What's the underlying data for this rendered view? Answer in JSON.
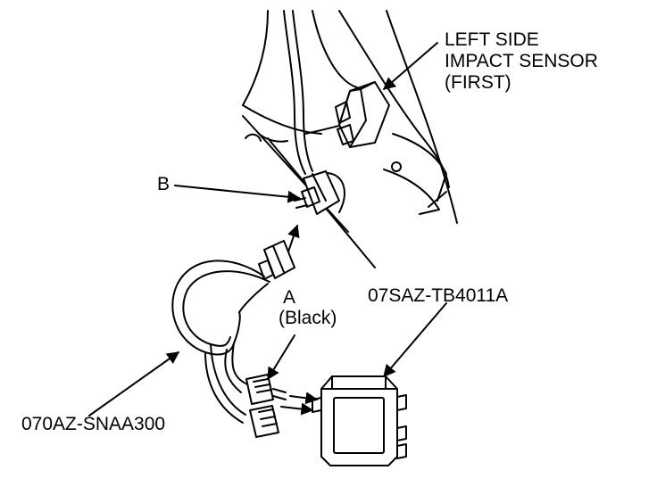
{
  "labels": {
    "sensor_line1": "LEFT SIDE",
    "sensor_line2": "IMPACT SENSOR",
    "sensor_line3": "(FIRST)",
    "b": "B",
    "a_line1": "A",
    "a_line2": "(Black)",
    "box_part": "07SAZ-TB4011A",
    "harness_part": "070AZ-SNAA300"
  },
  "colors": {
    "line": "#000000",
    "background": "#ffffff"
  }
}
